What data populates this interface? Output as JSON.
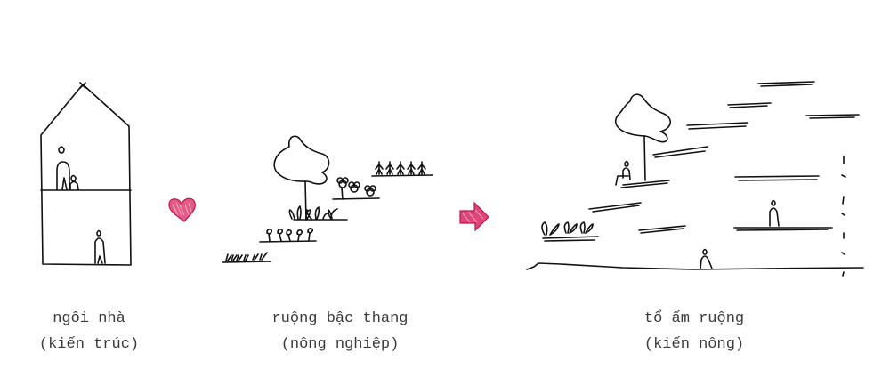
{
  "panels": [
    {
      "id": "house",
      "title": "ngôi nhà",
      "subtitle": "(kiến trúc)"
    },
    {
      "id": "terraced-field",
      "title": "ruộng bậc thang",
      "subtitle": "(nông nghiệp)"
    },
    {
      "id": "field-nest",
      "title": "tổ ấm ruộng",
      "subtitle": "(kiến nông)"
    }
  ],
  "connectors": [
    {
      "type": "heart-icon",
      "color": "#d6245e"
    },
    {
      "type": "arrow-right-icon",
      "color": "#d6245e"
    }
  ],
  "colors": {
    "ink": "#111111",
    "accent": "#d6245e",
    "background": "#ffffff"
  }
}
